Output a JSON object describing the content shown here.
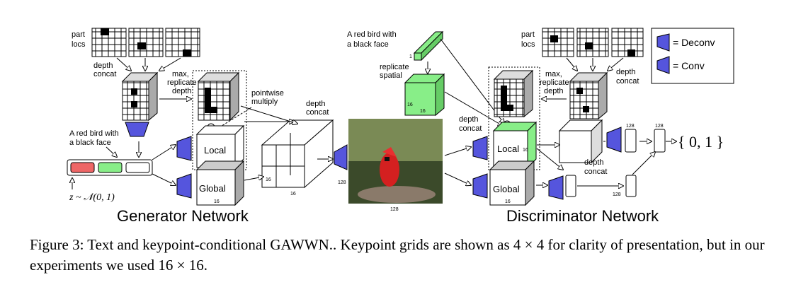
{
  "generator": {
    "title": "Generator Network",
    "part_locs": [
      "part",
      "locs"
    ],
    "depth_concat": [
      "depth",
      "concat"
    ],
    "max_replicate": [
      "max,",
      "replicate",
      "depth"
    ],
    "pointwise": [
      "pointwise",
      "multiply"
    ],
    "text_input": [
      "A red bird with",
      "a black face"
    ],
    "noise": "z ~ 𝒩(0, 1)",
    "local_label": "Local",
    "global_label": "Global",
    "dim_16": "16",
    "dim_128": "128",
    "depth_concat2": [
      "depth",
      "concat"
    ]
  },
  "image_label": "128",
  "discriminator": {
    "title": "Discriminator Network",
    "text_input": [
      "A red bird with",
      "a black face"
    ],
    "replicate_spatial": [
      "replicate",
      "spatial"
    ],
    "part_locs": [
      "part",
      "locs"
    ],
    "depth_concat": [
      "depth",
      "concat"
    ],
    "max_replicate": [
      "max,",
      "replicate",
      "depth"
    ],
    "local_label": "Local",
    "global_label": "Global",
    "dim_1": "1",
    "dim_16": "16",
    "dim_128": "128",
    "output": "{ 0, 1 }"
  },
  "legend": {
    "deconv": "= Deconv",
    "conv": "= Conv"
  },
  "caption": "Figure 3: Text and keypoint-conditional GAWWN.. Keypoint grids are shown as 4 × 4 for clarity of presentation, but in our experiments we used 16 × 16.",
  "colors": {
    "blue": "#5555dd",
    "green": "#88ee88",
    "red": "#ee6666"
  }
}
